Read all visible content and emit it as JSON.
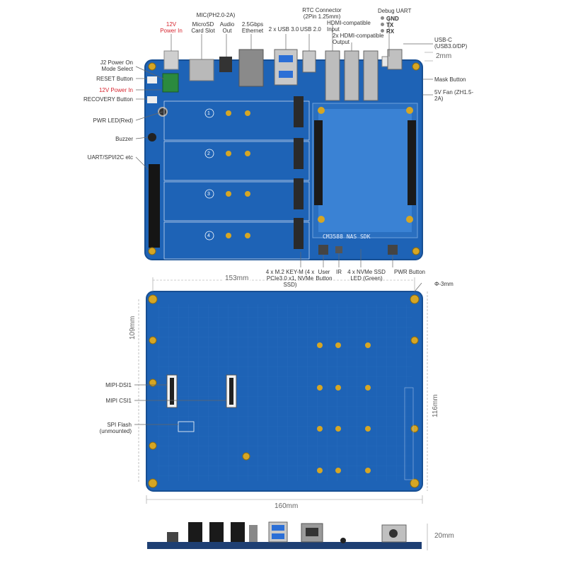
{
  "top_labels": {
    "power_12v": "12V Power In",
    "mic": "MIC(PH2.0-2A)",
    "microsd": "MicroSD Card Slot",
    "audio_out": "Audio Out",
    "ethernet": "2.5Gbps Ethernet",
    "usb3": "2 x USB 3.0",
    "usb2": "USB 2.0",
    "rtc": "RTC Connector (2Pin 1.25mm)",
    "hdmi_in": "HDMI-compatible Input",
    "hdmi_out": "2x HDMI-compatible Output",
    "debug_uart": "Debug UART",
    "gnd": "GND",
    "tx": "TX",
    "rx": "RX",
    "usb_c": "USB-C (USB3.0/DP)",
    "dim_2mm": "2mm"
  },
  "left_labels": {
    "j2": "J2 Power On Mode Select",
    "reset": "RESET Button",
    "power_12v": "12V Power In",
    "recovery": "RECOVERY Button",
    "pwr_led": "PWR LED(Red)",
    "buzzer": "Buzzer",
    "uart": "UART/SPI/I2C etc"
  },
  "right_labels": {
    "mask": "Mask Button",
    "fan": "5V Fan (ZH1.5-2A)"
  },
  "bottom_labels": {
    "m2": "4 x M.2 KEY-M (4 x PCIe3.0 x1, NVMe SSD)",
    "user_button": "User Button",
    "ir": "IR",
    "nvme_led": "4 x NVMe SSD LED (Green)",
    "pwr_button": "PWR Button"
  },
  "board": {
    "silkscreen": "CM3588 NAS SDK",
    "slots": [
      "1",
      "2",
      "3",
      "4"
    ],
    "color": "#1e63b6"
  },
  "back_labels": {
    "dim_153": "153mm",
    "hole": "Φ-3mm",
    "dim_109": "109mm",
    "dim_116": "116mm",
    "mipi_dsi": "MIPI-DSI1",
    "mipi_csi": "MIPI CSI1",
    "spi_flash": "SPI Flash (unmounted)",
    "dim_160": "160mm"
  },
  "side_labels": {
    "dim_20": "20mm"
  }
}
